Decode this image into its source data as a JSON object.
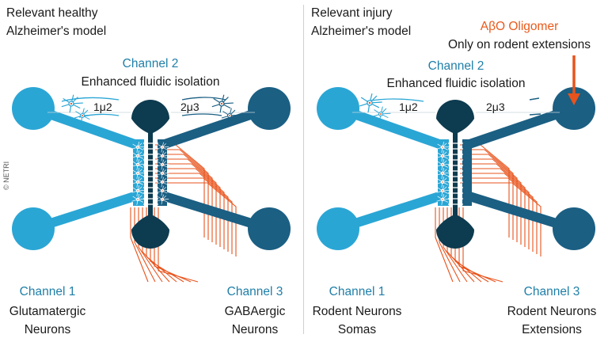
{
  "credit": "© NETRI",
  "left": {
    "heading_line1": "Relevant healthy",
    "heading_line2": "Alzheimer's model",
    "channel2_title": "Channel 2",
    "channel2_desc": "Enhanced fluidic isolation",
    "mu_left": "1μ2",
    "mu_right": "2μ3",
    "channel1_title": "Channel 1",
    "channel1_line1": "Glutamatergic",
    "channel1_line2": "Neurons",
    "channel3_title": "Channel 3",
    "channel3_line1": "GABAergic",
    "channel3_line2": "Neurons"
  },
  "right": {
    "heading_line1": "Relevant injury",
    "heading_line2": "Alzheimer's model",
    "oligomer_title": "AβO Oligomer",
    "oligomer_desc": "Only on rodent extensions",
    "channel2_title": "Channel 2",
    "channel2_desc": "Enhanced fluidic isolation",
    "mu_left": "1μ2",
    "mu_right": "2μ3",
    "channel1_title": "Channel 1",
    "channel1_line1": "Rodent Neurons",
    "channel1_line2": "Somas",
    "channel3_title": "Channel 3",
    "channel3_line1": "Rodent Neurons",
    "channel3_line2": "Extensions"
  },
  "colors": {
    "channel1": "#2aa6d5",
    "channel2": "#0d3b4f",
    "channel3": "#1b5f83",
    "electrodes": "#e8531c",
    "accent_blue": "#1f7fa8",
    "accent_orange": "#e85a1c"
  }
}
